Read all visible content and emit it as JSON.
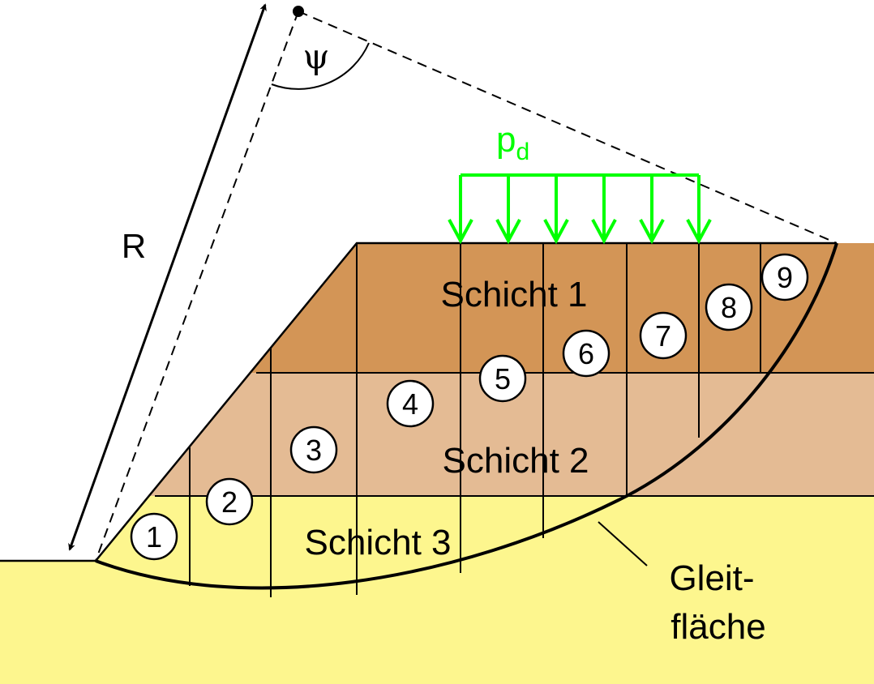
{
  "layers": [
    {
      "label": "Schicht 1",
      "color": "#D39556"
    },
    {
      "label": "Schicht 2",
      "color": "#E4BB94"
    },
    {
      "label": "Schicht 3",
      "color": "#FDF68E"
    }
  ],
  "load": {
    "symbol": "p",
    "subscript": "d",
    "color": "#00FF00"
  },
  "radius_label": "R",
  "angle_label": "ψ",
  "slip_surface_label": [
    "Gleit-",
    "fläche"
  ],
  "slices": [
    "1",
    "2",
    "3",
    "4",
    "5",
    "6",
    "7",
    "8",
    "9"
  ]
}
